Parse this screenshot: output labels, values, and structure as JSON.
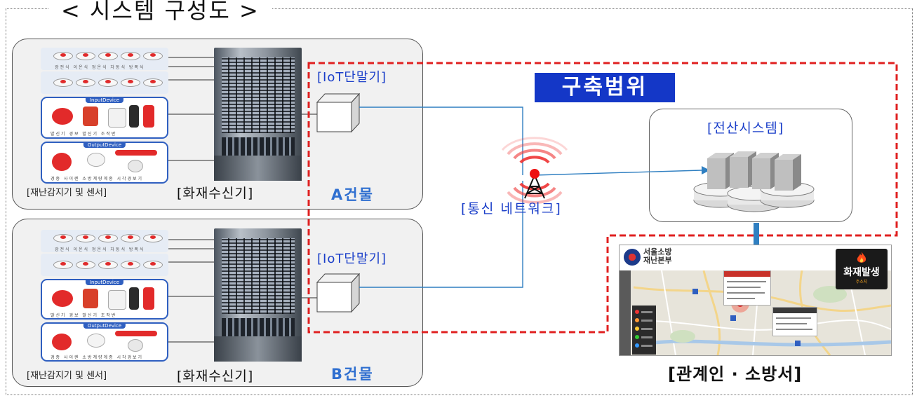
{
  "title": "< 시스템 구성도 >",
  "buildings": [
    {
      "name": "A건물",
      "detectors_caption": "[재난감지기 및 센서]",
      "receiver_label": "[화재수신기]",
      "iot_label": "[IoT단말기]",
      "detector_caps": "광전식 이온식 정온식 차동식 방폭식",
      "input_panel_title": "InputDevice",
      "input_caps": "발신기 경보 발신기 조작반",
      "output_panel_title": "OutputDevice",
      "output_caps": "경종 사이렌 소방계량계종 시각경보기"
    },
    {
      "name": "B건물",
      "detectors_caption": "[재난감지기 및 센서]",
      "receiver_label": "[화재수신기]",
      "iot_label": "[IoT단말기]",
      "detector_caps": "광전식 이온식 정온식 차동식 방폭식",
      "input_panel_title": "InputDevice",
      "input_caps": "발신기 경보 발신기 조작반",
      "output_panel_title": "OutputDevice",
      "output_caps": "경종 사이렌 소방계량계종 시각경보기"
    }
  ],
  "network_label": "[통신 네트워크]",
  "scope_label": "구축범위",
  "computing_system_label": "[전산시스템]",
  "office_label": "[관계인 · 소방서]",
  "map": {
    "logo_text": "서울소방\n재난본부",
    "alert_title": "화재발생",
    "alert_sub": "주소지"
  },
  "colors": {
    "scope_border": "#e02020",
    "label_blue": "#1a3ec9",
    "scope_fill": "#1437c7",
    "link_line": "#2f7fc1",
    "building_name": "#2f6fd0"
  },
  "icons": {
    "network_tower": "radio-tower-icon",
    "iot_device": "cube-icon",
    "server": "server-icon",
    "database": "database-icon",
    "alert": "fire-icon"
  }
}
